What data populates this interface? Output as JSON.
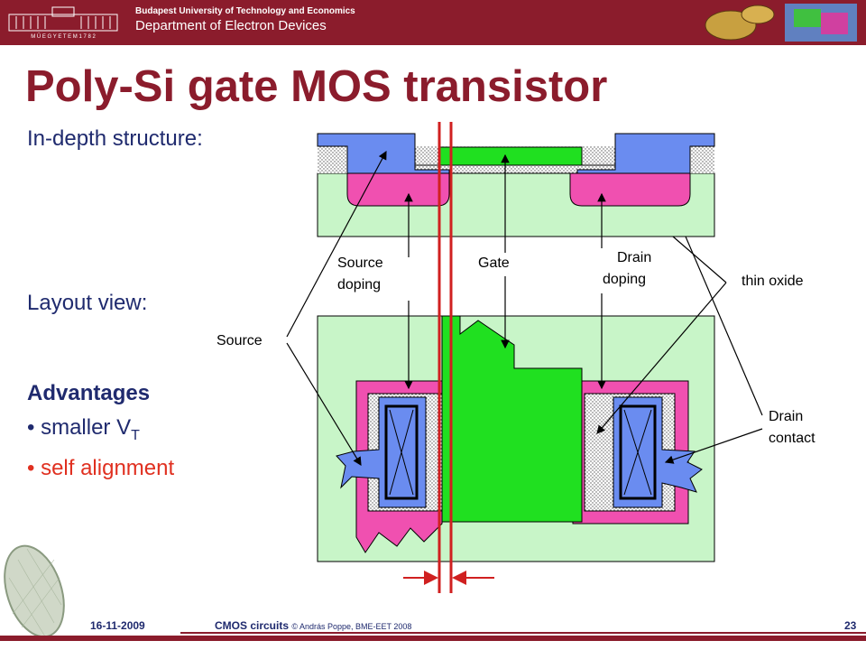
{
  "header": {
    "university": "Budapest University of Technology and Economics",
    "department": "Department of Electron Devices"
  },
  "slide": {
    "title": "Poly-Si gate MOS transistor",
    "in_depth": "In-depth structure:",
    "layout_view": "Layout view:",
    "advantages_title": "Advantages",
    "advantage_1_prefix": "• smaller V",
    "advantage_1_sub": "T",
    "advantage_2": "• self alignment"
  },
  "labels": {
    "source_doping_1": "Source",
    "source_doping_2": "doping",
    "gate": "Gate",
    "drain_doping_1": "Drain",
    "drain_doping_2": "doping",
    "thin_oxide": "thin oxide",
    "source": "Source",
    "drain_contact_1": "Drain",
    "drain_contact_2": "contact"
  },
  "footer": {
    "date": "16-11-2009",
    "course": "CMOS circuits",
    "copyright": "© András Poppe, BME-EET 2008",
    "page": "23"
  },
  "colors": {
    "brand": "#8b1c2c",
    "text": "#1f2a6e",
    "accent_red": "#e03020",
    "substrate": "#c8f5c8",
    "doping": "#f050b0",
    "metal": "#6a8cf0",
    "gate": "#20e020"
  }
}
